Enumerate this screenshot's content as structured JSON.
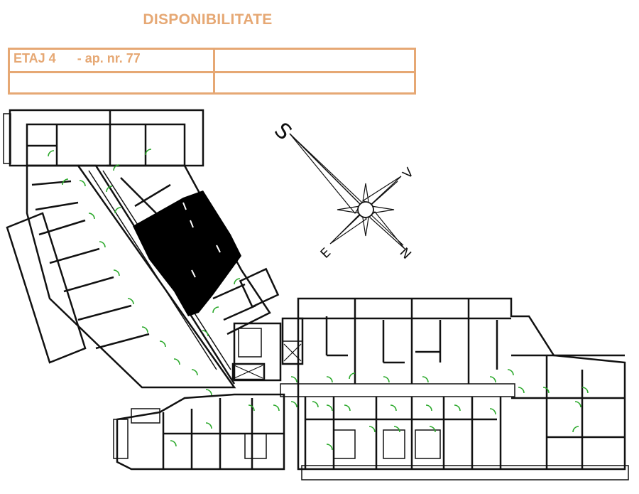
{
  "header": {
    "title": "DISPONIBILITATE"
  },
  "info_table": {
    "row1": {
      "cell1": "ETAJ 4      - ap. nr. 77",
      "cell2": ""
    },
    "row2": {
      "cell1": "",
      "cell2": ""
    }
  },
  "compass": {
    "south": "S",
    "west": "V",
    "east": "E",
    "north": "N"
  },
  "colors": {
    "accent": "#e6a874",
    "walls": "#111111",
    "doors": "#2aa82a",
    "highlighted_apartment": "#000000"
  }
}
